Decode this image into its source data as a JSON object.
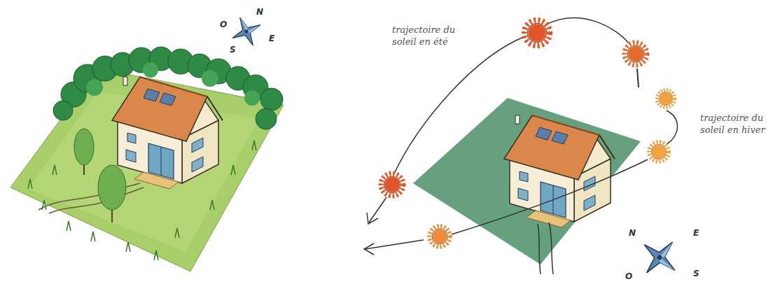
{
  "diagram": {
    "labels": [
      "O",
      "N",
      "E",
      "S",
      "trajectoire du soleil en été",
      "trajectoire du soleil en hiver",
      "N",
      "E",
      "O",
      "S"
    ]
  }
}
